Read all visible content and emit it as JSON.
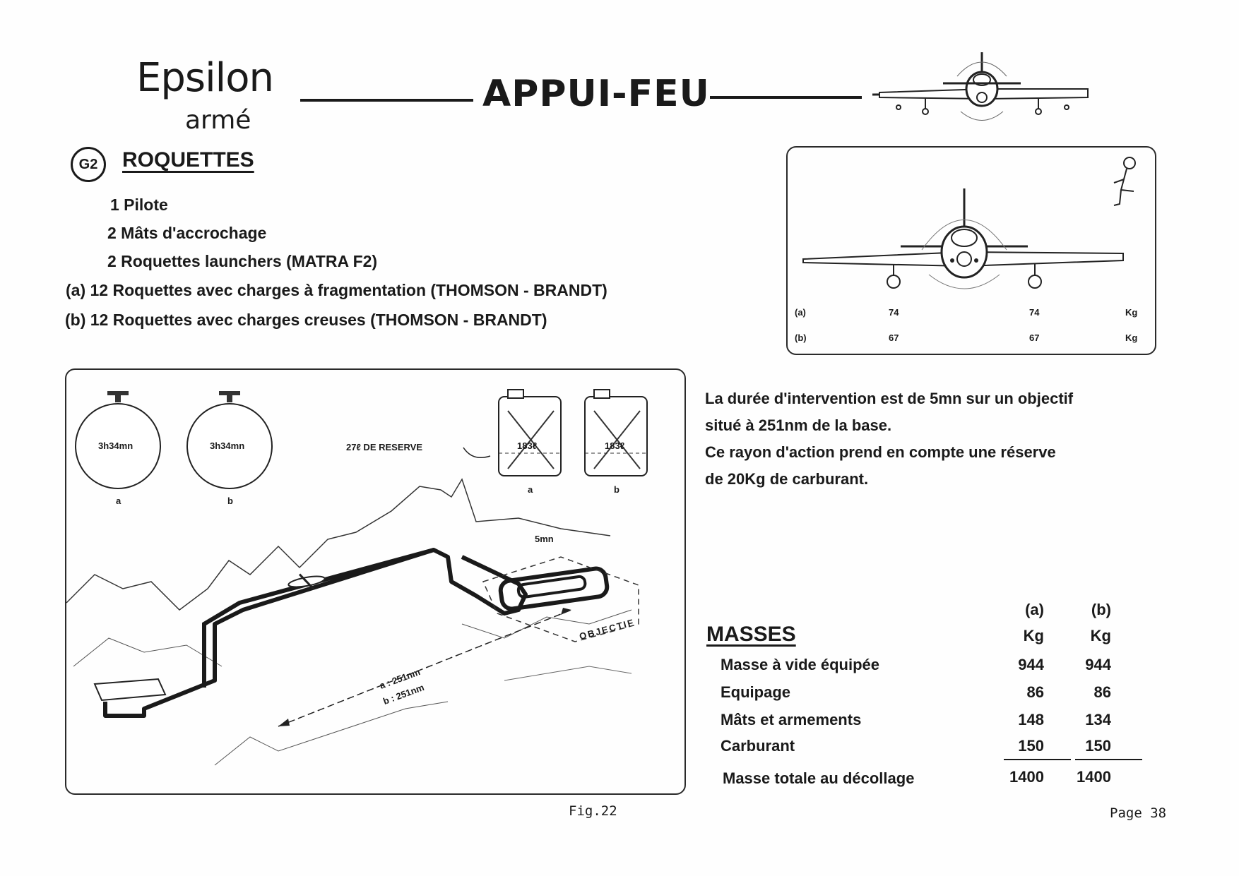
{
  "header": {
    "brand": "Epsilon",
    "brand_sub": "armé",
    "title": "APPUI-FEU"
  },
  "section": {
    "badge": "G2",
    "title": "ROQUETTES"
  },
  "equipment": [
    "1 Pilote",
    "2 Mâts d'accrochage",
    "2 Roquettes launchers (MATRA F2)",
    "(a) 12 Roquettes avec charges à fragmentation  (THOMSON - BRANDT)",
    "(b) 12 Roquettes avec charges creuses (THOMSON - BRANDT)"
  ],
  "aircraft_box": {
    "rows": [
      {
        "label": "(a)",
        "left": "74",
        "right": "74",
        "unit": "Kg"
      },
      {
        "label": "(b)",
        "left": "67",
        "right": "67",
        "unit": "Kg"
      }
    ]
  },
  "mission_diagram": {
    "clock_a_time": "3h34mn",
    "clock_b_time": "3h34mn",
    "clock_a_label": "a",
    "clock_b_label": "b",
    "reserve_label": "27ℓ DE RESERVE",
    "tank_a_value": "183ℓ",
    "tank_b_value": "183ℓ",
    "tank_a_label": "a",
    "tank_b_label": "b",
    "loiter_label": "5mn",
    "objective_label": "OBJECTIF",
    "distance_a": "a : 251nm",
    "distance_b": "b : 251nm"
  },
  "description": [
    "La durée d'intervention est de 5mn  sur un objectif",
    "situé à 251nm de la base.",
    "Ce rayon d'action prend en compte une réserve",
    "de 20Kg de carburant."
  ],
  "masses": {
    "title": "MASSES",
    "col_headers": [
      "(a)",
      "(b)"
    ],
    "col_units": [
      "Kg",
      "Kg"
    ],
    "rows": [
      {
        "label": "Masse à vide équipée",
        "a": "944",
        "b": "944"
      },
      {
        "label": "Equipage",
        "a": "86",
        "b": "86"
      },
      {
        "label": "Mâts et armements",
        "a": "148",
        "b": "134"
      },
      {
        "label": "Carburant",
        "a": "150",
        "b": "150"
      }
    ],
    "total": {
      "label": "Masse totale au décollage",
      "a": "1400",
      "b": "1400"
    }
  },
  "footer": {
    "figure": "Fig.22",
    "page": "Page 38"
  }
}
